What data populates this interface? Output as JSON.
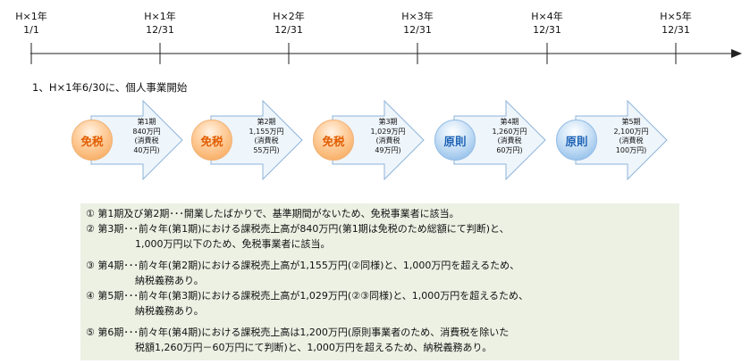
{
  "timeline": {
    "ticks": [
      {
        "line1": "H×1年",
        "line2": "1/1"
      },
      {
        "line1": "H×1年",
        "line2": "12/31"
      },
      {
        "line1": "H×2年",
        "line2": "12/31"
      },
      {
        "line1": "H×3年",
        "line2": "12/31"
      },
      {
        "line1": "H×4年",
        "line2": "12/31"
      },
      {
        "line1": "H×5年",
        "line2": "12/31"
      }
    ]
  },
  "note": "1、H×1年6/30に、個人事業開始",
  "colors": {
    "exempt_badge": "#f6a04c",
    "exempt_text": "#e25d00",
    "principle_badge": "#7fb3e6",
    "principle_text": "#1d63b6",
    "arrow_fill": "#eef5fb",
    "arrow_stroke": "#8fb4d9",
    "explain_bg": "#ecf1e4"
  },
  "periods": [
    {
      "badge": "免税",
      "kind": "exempt",
      "lines": [
        "第1期",
        "840万円",
        "(消費税",
        "40万円)"
      ]
    },
    {
      "badge": "免税",
      "kind": "exempt",
      "lines": [
        "第2期",
        "1,155万円",
        "(消費税",
        "55万円)"
      ]
    },
    {
      "badge": "免税",
      "kind": "exempt",
      "lines": [
        "第3期",
        "1,029万円",
        "(消費税",
        "49万円)"
      ]
    },
    {
      "badge": "原則",
      "kind": "principle",
      "lines": [
        "第4期",
        "1,260万円",
        "(消費税",
        "60万円)"
      ]
    },
    {
      "badge": "原則",
      "kind": "principle",
      "lines": [
        "第5期",
        "2,100万円",
        "(消費税",
        "100万円)"
      ]
    }
  ],
  "explanations": [
    "① 第1期及び第2期･･･開業したばかりで、基準期間がないため、免税事業者に該当。",
    "② 第3期･･･前々年(第1期)における課税売上高が840万円(第1期は免税のため総額にて判断)と、",
    "　　　　　1,000万円以下のため、免税事業者に該当。",
    "③ 第4期･･･前々年(第2期)における課税売上高が1,155万円(②同様)と、1,000万円を超えるため、",
    "　　　　　納税義務あり。",
    "④ 第5期･･･前々年(第3期)における課税売上高が1,029万円(②③同様)と、1,000万円を超えるため、",
    "　　　　　納税義務あり。",
    "⑤ 第6期･･･前々年(第4期)における課税売上高は1,200万円(原則事業者のため、消費税を除いた",
    "　　　　　税額1,260万円－60万円にて判断)と、1,000万円を超えるため、納税義務あり。"
  ]
}
